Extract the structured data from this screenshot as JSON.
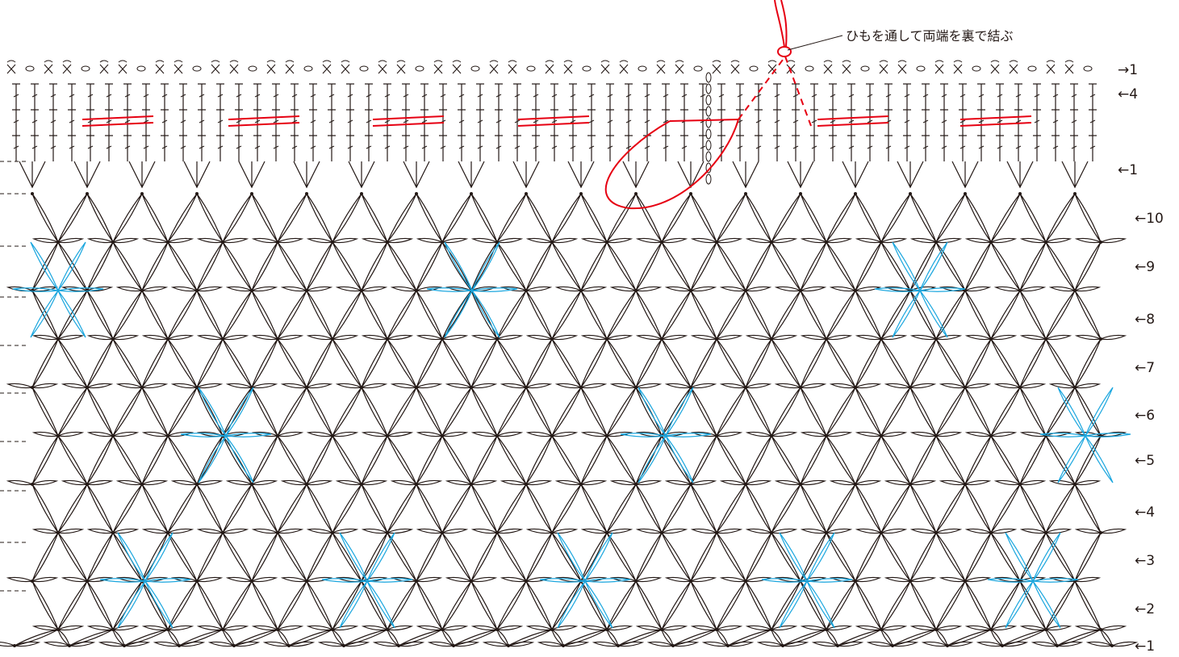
{
  "annotation": {
    "text": "ひもを通して両端を裏で結ぶ"
  },
  "colors": {
    "ink": "#231815",
    "accent_blue": "#1aa6de",
    "cord_red": "#e60012"
  },
  "edging_row_labels": [
    {
      "label": "→1"
    },
    {
      "label": "←4"
    },
    {
      "label": "←1"
    }
  ],
  "body_row_labels": [
    {
      "label": "←10"
    },
    {
      "label": "←9"
    },
    {
      "label": "←8"
    },
    {
      "label": "←7"
    },
    {
      "label": "←6"
    },
    {
      "label": "←5"
    },
    {
      "label": "←4"
    },
    {
      "label": "←3"
    },
    {
      "label": "←2"
    },
    {
      "label": "←1"
    }
  ],
  "symbols": {
    "edging_top": "single crochet with chain picot",
    "edging_middle": "double crochet",
    "body": "star stitch clusters"
  }
}
